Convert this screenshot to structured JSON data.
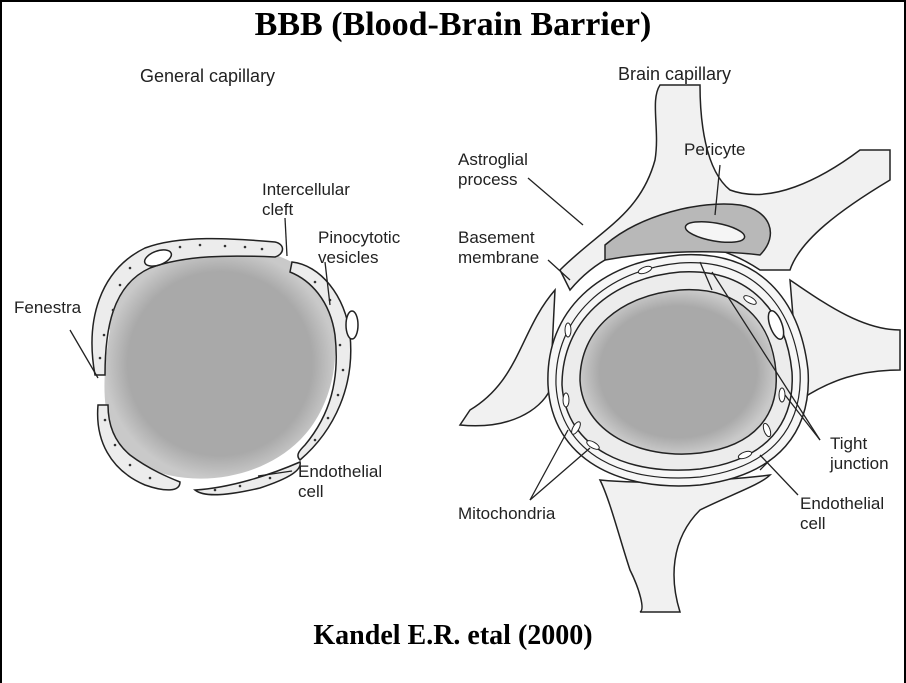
{
  "title": "BBB (Blood-Brain Barrier)",
  "credit": "Kandel E.R. etal (2000)",
  "general": {
    "heading": "General capillary",
    "labels": {
      "fenestra": "Fenestra",
      "intercellular_cleft": "Intercellular\ncleft",
      "pinocytotic_vesicles": "Pinocytotic\nvesicles",
      "endothelial_cell": "Endothelial\ncell"
    }
  },
  "brain": {
    "heading": "Brain capillary",
    "labels": {
      "astroglial_process": "Astroglial\nprocess",
      "pericyte": "Pericyte",
      "basement_membrane": "Basement\nmembrane",
      "tight_junction": "Tight\njunction",
      "mitochondria": "Mitochondria",
      "endothelial_cell": "Endothelial\ncell"
    }
  },
  "colors": {
    "lumen": "#a9a9a9",
    "cell_fill": "#ececec",
    "astro_fill": "#f1f1f1",
    "line": "#222222",
    "pericyte_fill": "#b8b8b8"
  }
}
